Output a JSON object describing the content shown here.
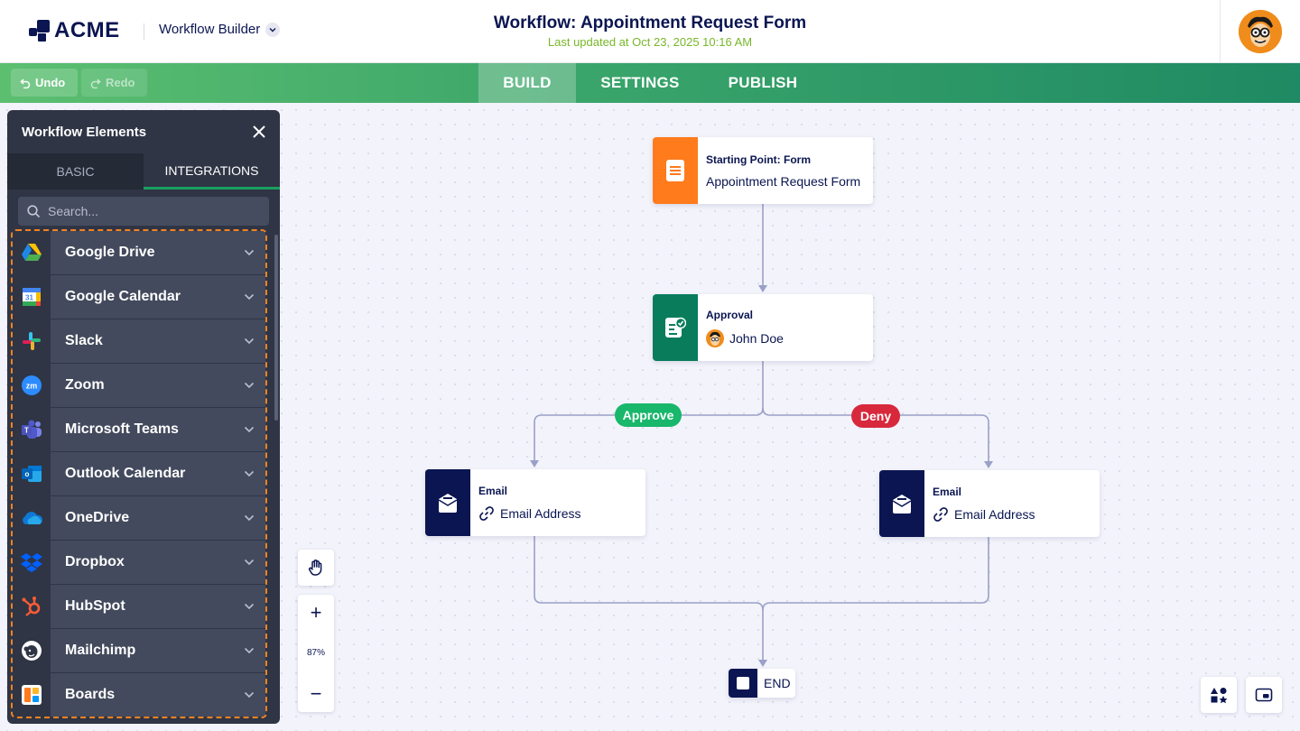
{
  "header": {
    "brand": "ACME",
    "builder_label": "Workflow Builder",
    "title": "Workflow: Appointment Request Form",
    "last_updated": "Last updated at Oct 23, 2025 10:16 AM"
  },
  "toolbar": {
    "undo_label": "Undo",
    "redo_label": "Redo",
    "tabs": [
      {
        "label": "BUILD",
        "active": true
      },
      {
        "label": "SETTINGS",
        "active": false
      },
      {
        "label": "PUBLISH",
        "active": false
      }
    ]
  },
  "panel": {
    "title": "Workflow Elements",
    "tabs": [
      {
        "label": "BASIC",
        "active": false
      },
      {
        "label": "INTEGRATIONS",
        "active": true
      }
    ],
    "search_placeholder": "Search...",
    "integrations": [
      {
        "label": "Google Drive",
        "icon": "google-drive-icon"
      },
      {
        "label": "Google Calendar",
        "icon": "google-calendar-icon"
      },
      {
        "label": "Slack",
        "icon": "slack-icon"
      },
      {
        "label": "Zoom",
        "icon": "zoom-icon"
      },
      {
        "label": "Microsoft Teams",
        "icon": "microsoft-teams-icon"
      },
      {
        "label": "Outlook Calendar",
        "icon": "outlook-calendar-icon"
      },
      {
        "label": "OneDrive",
        "icon": "onedrive-icon"
      },
      {
        "label": "Dropbox",
        "icon": "dropbox-icon"
      },
      {
        "label": "HubSpot",
        "icon": "hubspot-icon"
      },
      {
        "label": "Mailchimp",
        "icon": "mailchimp-icon"
      },
      {
        "label": "Boards",
        "icon": "boards-icon"
      }
    ],
    "calendar_icon_number": "31"
  },
  "flow": {
    "start": {
      "title": "Starting Point: Form",
      "subtitle": "Appointment Request Form"
    },
    "approval": {
      "title": "Approval",
      "assignee": "John Doe"
    },
    "approve_label": "Approve",
    "deny_label": "Deny",
    "email_left": {
      "title": "Email",
      "subtitle": "Email Address"
    },
    "email_right": {
      "title": "Email",
      "subtitle": "Email Address"
    },
    "end_label": "END"
  },
  "canvas_controls": {
    "zoom_level": "87%",
    "zoom_in": "+",
    "zoom_out": "−"
  },
  "colors": {
    "navy": "#0a1551",
    "start_orange": "#ff7b1c",
    "approval_green": "#097c5c",
    "approve_pill": "#18b76b",
    "deny_pill": "#d8283c",
    "highlight_dashed": "#f58220"
  }
}
